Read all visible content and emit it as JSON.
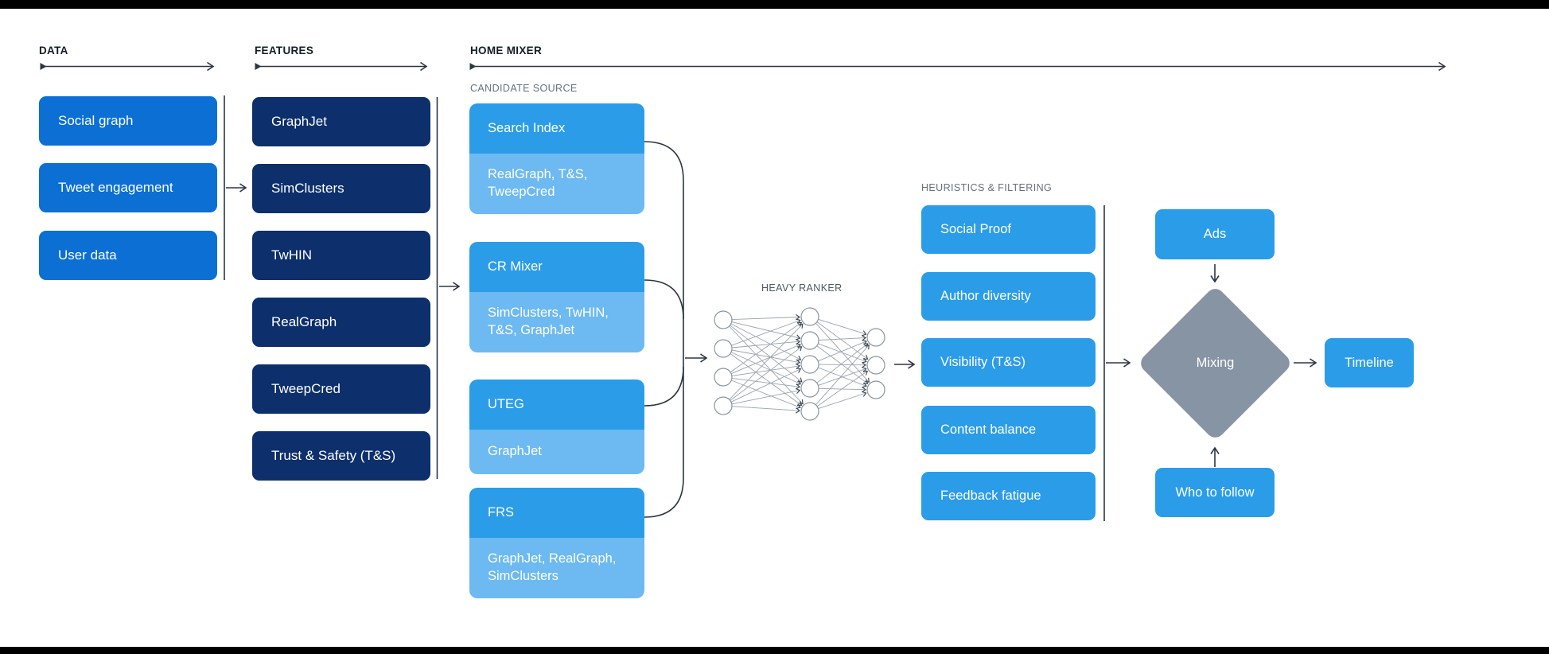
{
  "colors": {
    "primary_blue": "#0b6fd4",
    "navy_blue": "#0d2f6b",
    "sky_blue": "#2b9ce8",
    "light_blue": "#6db9f1",
    "diamond_gray": "#8694a4",
    "connector_dark": "#2b3644",
    "top_bottom_bars": "#000000"
  },
  "columns": {
    "data": {
      "header": "DATA",
      "items": [
        "Social graph",
        "Tweet engagement",
        "User data"
      ]
    },
    "features": {
      "header": "FEATURES",
      "items": [
        "GraphJet",
        "SimClusters",
        "TwHIN",
        "RealGraph",
        "TweepCred",
        "Trust & Safety (T&S)"
      ]
    },
    "home_mixer": {
      "header": "HOME MIXER",
      "candidate_source": {
        "label": "CANDIDATE SOURCE",
        "sources": [
          {
            "name": "Search Index",
            "uses": "RealGraph, T&S, TweepCred"
          },
          {
            "name": "CR Mixer",
            "uses": "SimClusters, TwHIN, T&S, GraphJet"
          },
          {
            "name": "UTEG",
            "uses": "GraphJet"
          },
          {
            "name": "FRS",
            "uses": "GraphJet, RealGraph, SimClusters"
          }
        ]
      },
      "heavy_ranker": {
        "label": "HEAVY RANKER"
      },
      "heuristics": {
        "label": "HEURISTICS & FILTERING",
        "items": [
          "Social Proof",
          "Author diversity",
          "Visibility (T&S)",
          "Content balance",
          "Feedback fatigue"
        ]
      },
      "mixing": {
        "ads": "Ads",
        "diamond": "Mixing",
        "who_to_follow": "Who to follow",
        "timeline": "Timeline"
      }
    }
  }
}
